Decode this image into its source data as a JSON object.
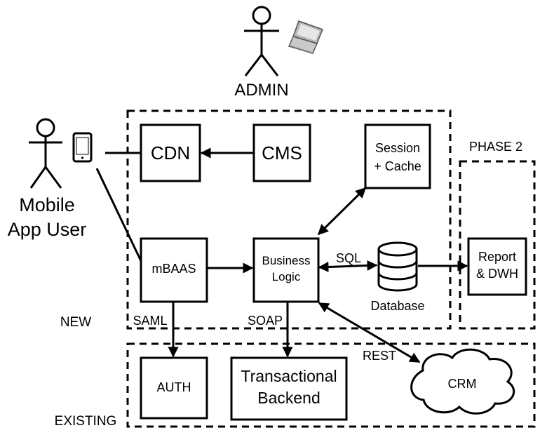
{
  "actors": {
    "admin": "ADMIN",
    "mobile_user_line1": "Mobile",
    "mobile_user_line2": "App User"
  },
  "zones": {
    "new": "NEW",
    "existing": "EXISTING",
    "phase2": "PHASE 2"
  },
  "boxes": {
    "cdn": "CDN",
    "cms": "CMS",
    "session_line1": "Session",
    "session_line2": "+ Cache",
    "mbaas": "mBAAS",
    "business_line1": "Business",
    "business_line2": "Logic",
    "report_line1": "Report",
    "report_line2": "& DWH",
    "auth": "AUTH",
    "backend_line1": "Transactional",
    "backend_line2": "Backend"
  },
  "nodes": {
    "database": "Database",
    "crm": "CRM"
  },
  "protocols": {
    "sql": "SQL",
    "saml": "SAML",
    "soap": "SOAP",
    "rest": "REST"
  },
  "icons": {
    "laptop": "laptop-icon",
    "phone": "mobile-phone-icon",
    "database": "database-cylinder-icon",
    "cloud": "cloud-icon"
  }
}
